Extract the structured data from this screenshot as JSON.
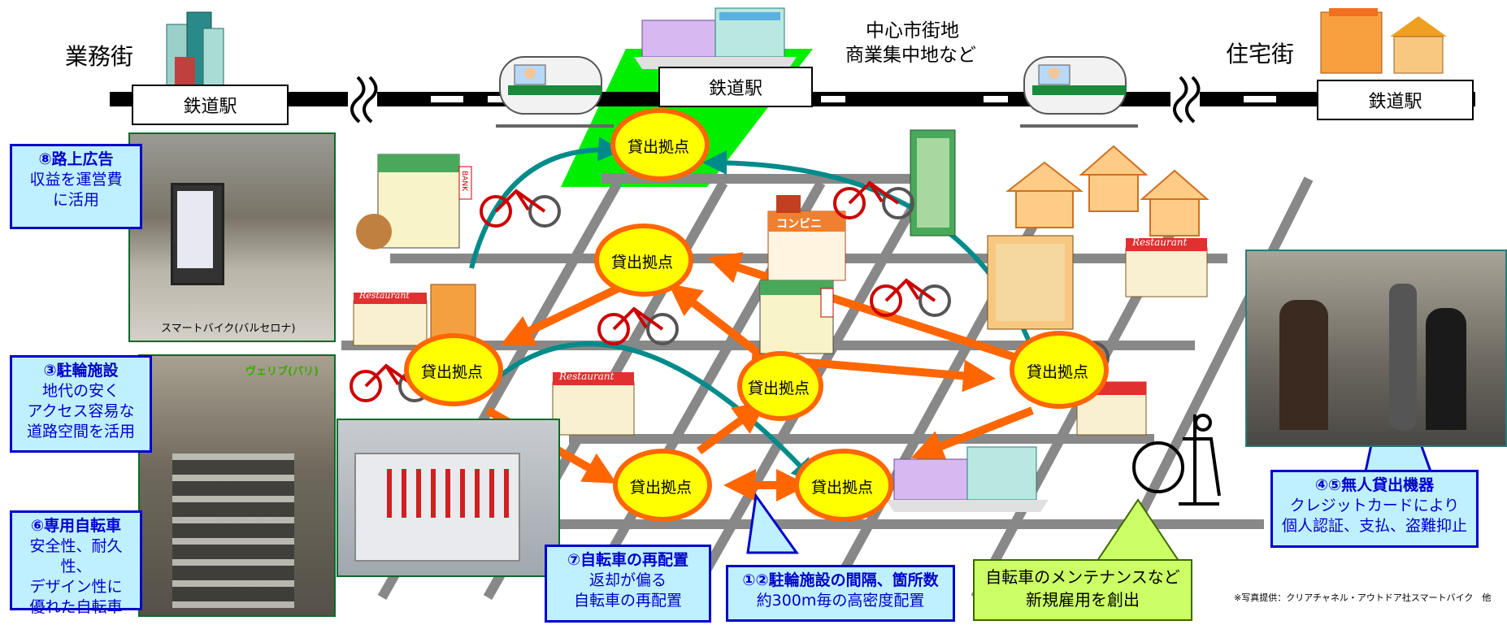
{
  "labels": {
    "business_district": "業務街",
    "center_line1": "中心市街地",
    "center_line2": "商業集中地など",
    "residential": "住宅街"
  },
  "stations": [
    "鉄道駅",
    "鉄道駅",
    "鉄道駅"
  ],
  "hubs": [
    "貸出拠点",
    "貸出拠点",
    "貸出拠点",
    "貸出拠点",
    "貸出拠点",
    "貸出拠点",
    "貸出拠点"
  ],
  "callouts": {
    "ad": {
      "title": "⑧路上広告",
      "line1": "収益を運営費",
      "line2": "に活用"
    },
    "parking": {
      "title": "③駐輪施設",
      "line1": "地代の安く",
      "line2": "アクセス容易な",
      "line3": "道路空間を活用"
    },
    "bike": {
      "title": "⑥専用自転車",
      "line1": "安全性、耐久性、",
      "line2": "デザイン性に",
      "line3": "優れた自転車"
    },
    "redistribution": {
      "title": "⑦自転車の再配置",
      "line1": "返却が偏る",
      "line2": "自転車の再配置"
    },
    "density": {
      "title": "①②駐輪施設の間隔、箇所数",
      "line1": "約300m毎の高密度配置"
    },
    "machine": {
      "title": "④⑤無人貸出機器",
      "line1": "クレジットカードにより",
      "line2": "個人認証、支払、盗難抑止"
    },
    "maintenance": {
      "line1": "自転車のメンテナンスなど",
      "line2": "新規雇用を創出"
    }
  },
  "photos": {
    "barcelona_caption": "スマートバイク(バルセロナ)",
    "velib_caption": "ヴェリブ(パリ)"
  },
  "shop_signs": {
    "bank": "BANK",
    "conveni": "コンビニ",
    "restaurant": "Restaurant"
  },
  "credit": "※写真提供：クリアチャネル・アウトドア社スマートバイク　他",
  "colors": {
    "hub_fill": "#ffff00",
    "hub_border": "#ff6600",
    "arrow_orange": "#ff6600",
    "arrow_teal": "#008b8b",
    "center_green": "#00ee00",
    "callout_bg": "#bff0ff",
    "callout_border": "#0000cc",
    "maintenance_bg": "#ccff66"
  }
}
